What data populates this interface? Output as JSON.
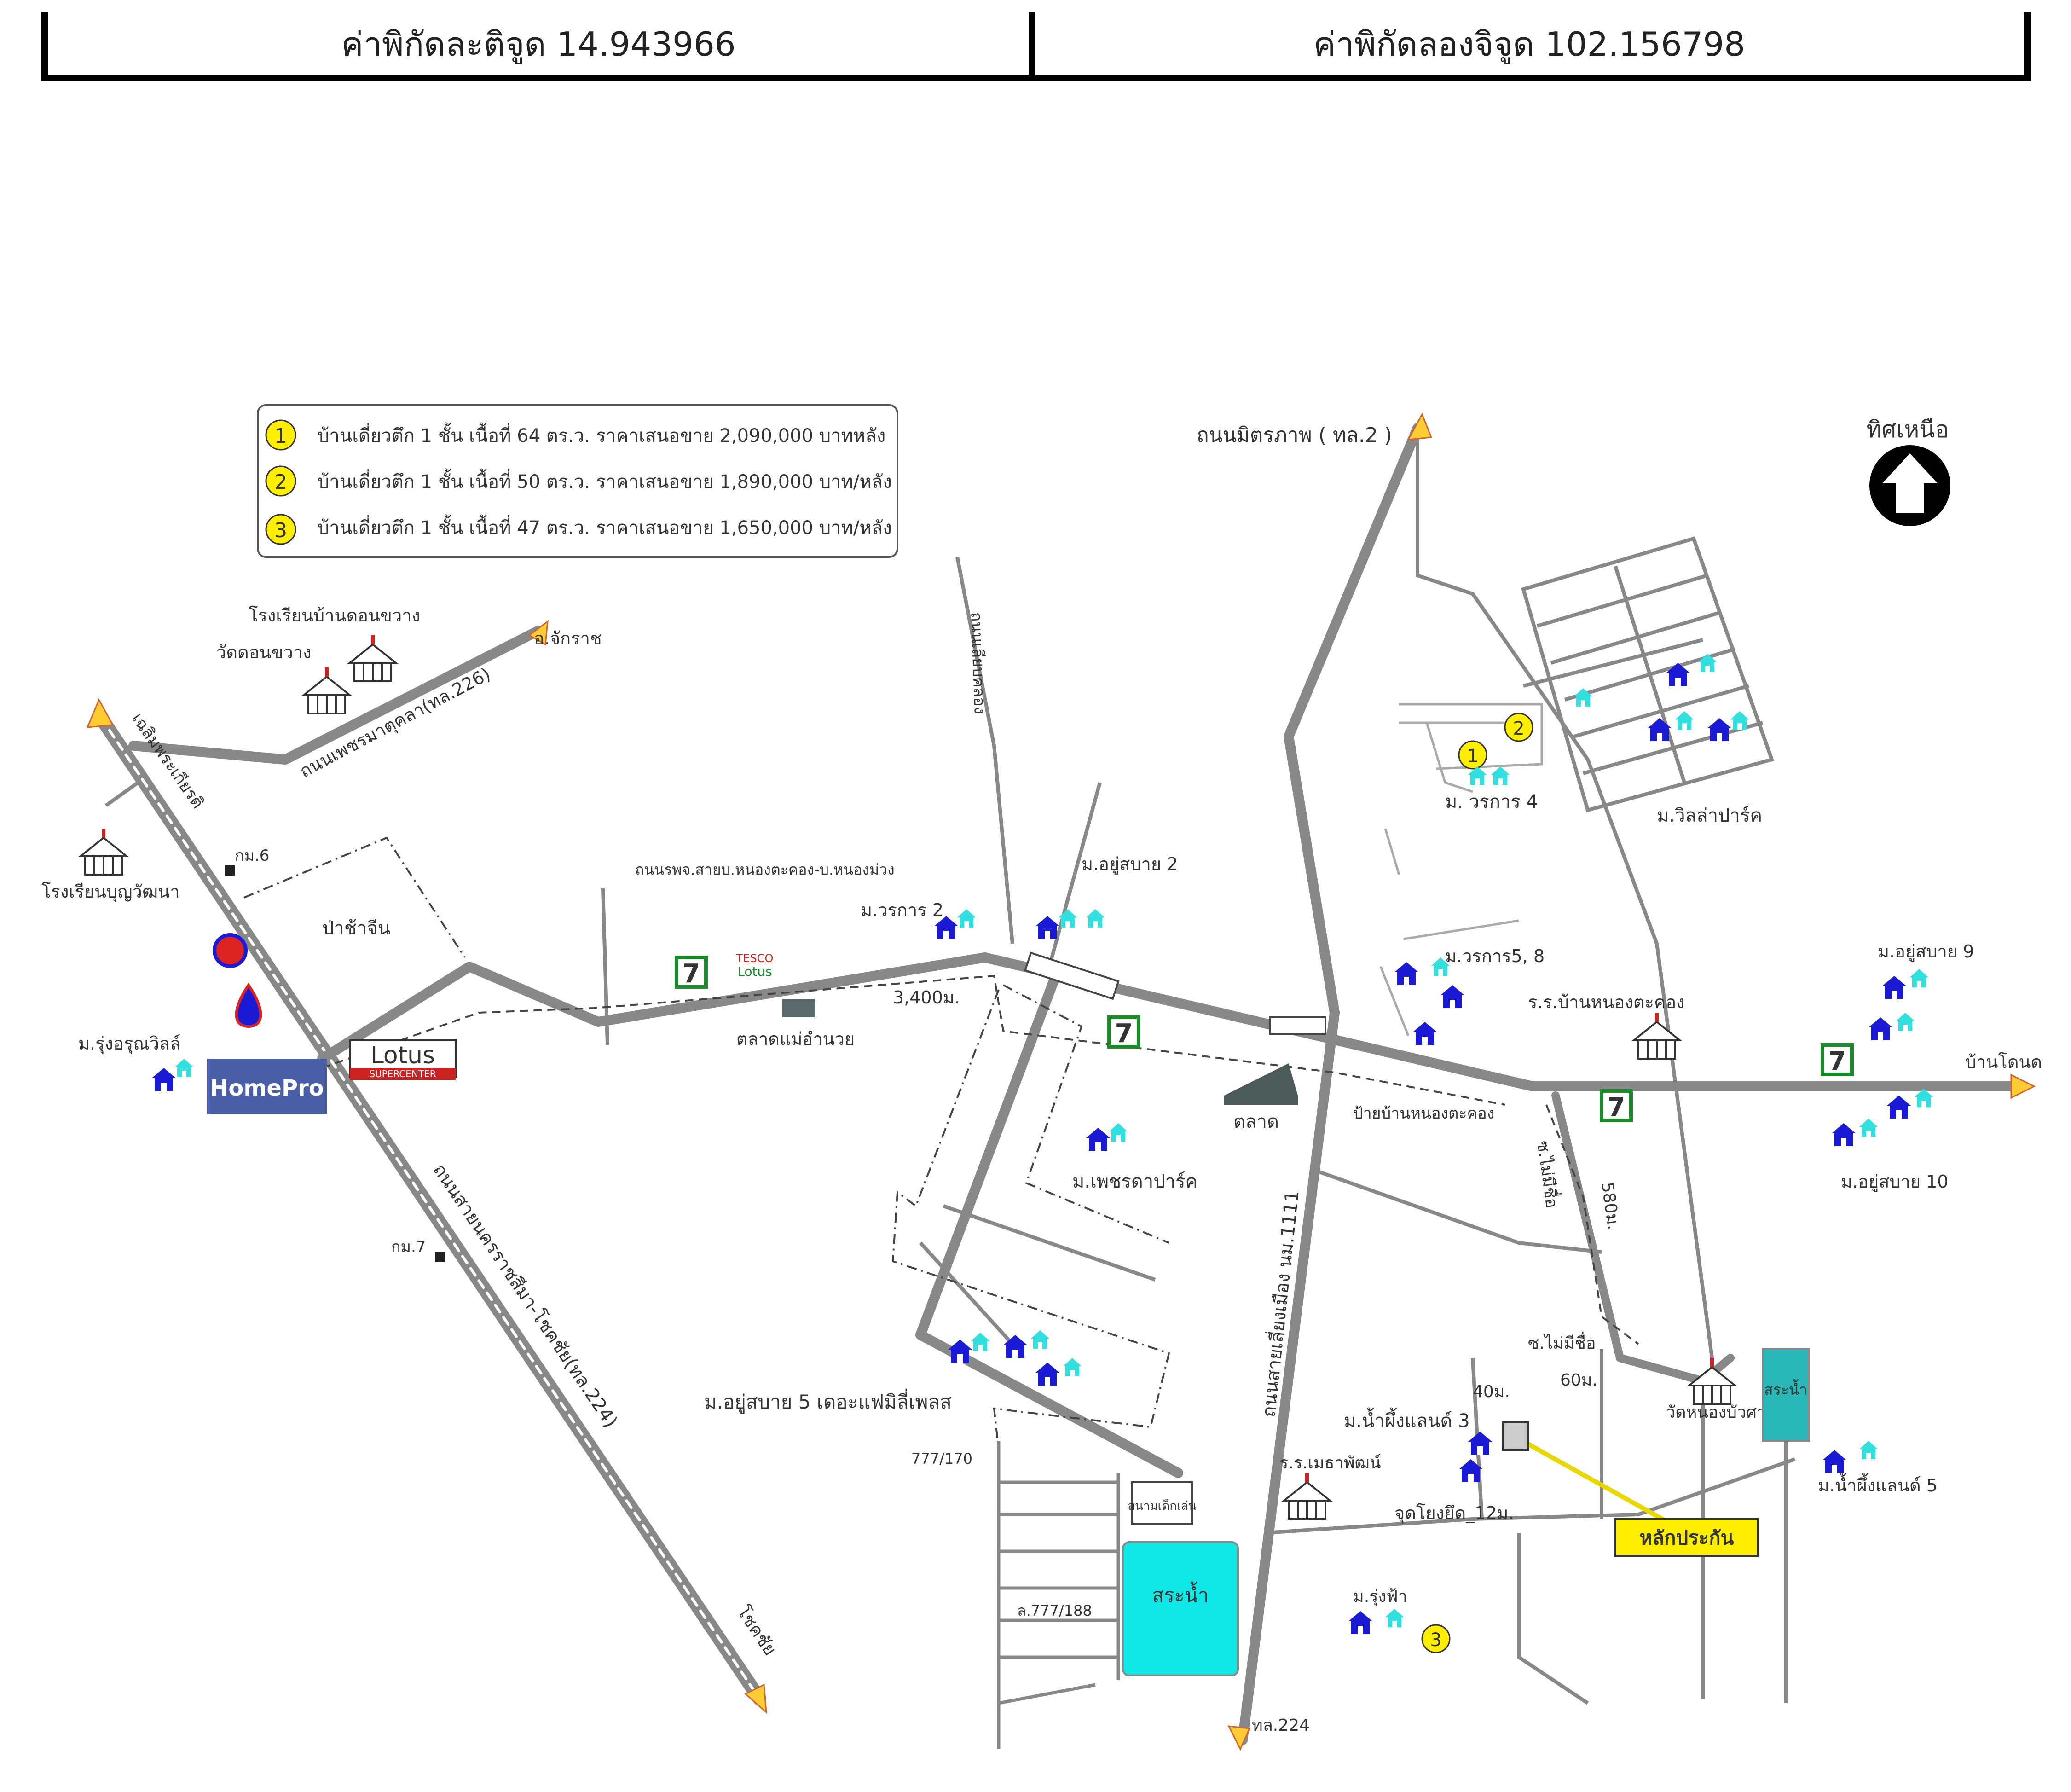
{
  "header": {
    "latitude_label": "ค่าพิกัดละติจูด 14.943966",
    "longitude_label": "ค่าพิกัดลองจิจูด 102.156798"
  },
  "legend": {
    "items": [
      {
        "num": "1",
        "text": "บ้านเดี่ยวตึก 1 ชั้น เนื้อที่ 64 ตร.ว. ราคาเสนอขาย 2,090,000 บาทหลัง"
      },
      {
        "num": "2",
        "text": "บ้านเดี่ยวตึก 1 ชั้น เนื้อที่ 50 ตร.ว. ราคาเสนอขาย 1,890,000 บาท/หลัง"
      },
      {
        "num": "3",
        "text": "บ้านเดี่ยวตึก 1 ชั้น เนื้อที่ 47 ตร.ว. ราคาเสนอขาย 1,650,000 บาท/หลัง"
      }
    ]
  },
  "north": "ทิศเหนือ",
  "labels": {
    "mittraphap": "ถนนมิตรภาพ ( ทล.2 )",
    "school_donkwang": "โรงเรียนบ้านดอนขวาง",
    "wat_donkwang": "วัดดอนขวาง",
    "chakkarat": "อ.จักราช",
    "road_226": "ถนนเพชรมาตุคลา(ทล.226)",
    "chalerm": "เฉลิมพระเกียรติ",
    "km6": "กม.6",
    "km7": "กม.7",
    "school_bunwattana": "โรงเรียนบุญวัฒนา",
    "pachajeen": "ป่าช้าจีน",
    "rungaroon": "ม.รุ่งอรุณวิลล์",
    "homepro": "HomePro",
    "lotus": "Lotus",
    "supercenter": "SUPERCENTER",
    "tesco": "TESCO",
    "tesco_lotus": "Lotus",
    "road_224": "ถนนสายนครราชสีมา-โชคชัย(ทล.224)",
    "chokchai": "โชคชัย",
    "road_orb": "ถนนรพจ.สายบ.หนองตะคอง-บ.หนองม่วง",
    "wipakon": "ม.วรการ 2",
    "yoosabai2": "ม.อยู่สบาย 2",
    "market_maeamnuay": "ตลาดแม่อำนวย",
    "dist_3400": "3,400ม.",
    "road_vertical_top": "ถนนเลียบคลอง",
    "phetcharat": "ม.เพชรดาปาร์ค",
    "market": "ตลาด",
    "road_1111": "ถนนสายเลี่ยงเมือง นม.1111",
    "worakan4": "ม. วรการ 4",
    "villa_park": "ม.วิลล่าปาร์ค",
    "worakan58": "ม.วรการ5, 8",
    "school_nongtakhong": "ร.ร.บ้านหนองตะคอง",
    "yoosabai9": "ม.อยู่สบาย 9",
    "bandon": "บ้านโดนด",
    "yoosabai10": "ม.อยู่สบาย 10",
    "sign_nongtakhong": "ป้ายบ้านหนองตะคอง",
    "soi_unnamed": "ซ.ไม่มีชื่อ",
    "dist_580": "580ม.",
    "soi_unnamed2": "ซ.ไม่มีชื่อ",
    "dist_60": "60ม.",
    "dist_40": "40ม.",
    "wat_nongbua": "วัดหนองบัวศาลา",
    "pond": "สระน้ำ",
    "namphueng5": "ม.น้ำผึ้งแลนด์ 5",
    "namphueng3": "ม.น้ำผึ้งแลนด์ 3",
    "school_mettha": "ร.ร.เมธาพัฒน์",
    "point_12": "จุดโยงยึด_12ม.",
    "collateral": "หลักประกัน",
    "yoosabai5": "ม.อยู่สบาย 5 เดอะแฟมิลี่เพลส",
    "house_170": "777/170",
    "house_188": "ล.777/188",
    "sanamluang": "สนามเด็กเล่น",
    "pond_big": "สระน้ำ",
    "rungfa": "ม.รุ่งฟ้า",
    "tl224": "ทล.224"
  },
  "colors": {
    "road": "#888888",
    "pond": "#10e8e8",
    "marker": "#ffee00",
    "house_dark": "#1b1bd6",
    "house_light": "#33e0e0",
    "arrow": "#ffcc33"
  }
}
